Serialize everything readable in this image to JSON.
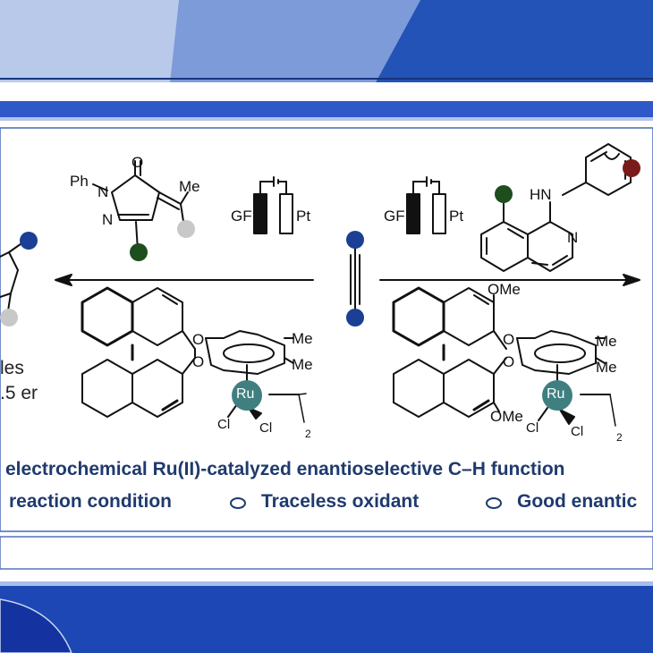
{
  "headline": "electrochemical Ru(II)-catalyzed enantioselective C–H function",
  "features": [
    "reaction condition",
    "Traceless oxidant",
    "Good enantic"
  ],
  "left_product": {
    "line1": "les",
    "line2": ".5 er"
  },
  "left_reagent": {
    "substituent": "Ph",
    "n1": "N",
    "n2": "N",
    "carbonyl_o": "O",
    "methyl": "Me"
  },
  "right_reagent": {
    "amine": "HN",
    "ring_n": "N"
  },
  "electrodes": {
    "anode": "GF",
    "cathode": "Pt"
  },
  "catalyst_left": {
    "o1": "O",
    "o2": "O",
    "me1": "Me",
    "me2": "Me",
    "metal": "Ru",
    "cl1": "Cl",
    "cl2": "Cl",
    "subscript": "2"
  },
  "catalyst_right": {
    "ome_top": "OMe",
    "ome_bottom": "OMe",
    "o1": "O",
    "o2": "O",
    "me1": "Me",
    "me2": "Me",
    "metal": "Ru",
    "cl1": "Cl",
    "cl2": "Cl",
    "subscript": "2"
  },
  "colors": {
    "navy": "#1a3f94",
    "dark_blue": "#1f3a6e",
    "green": "#1e4d1e",
    "dark_red": "#7a1a1a",
    "gray": "#c8c8c8",
    "teal": "#3f7f80"
  }
}
